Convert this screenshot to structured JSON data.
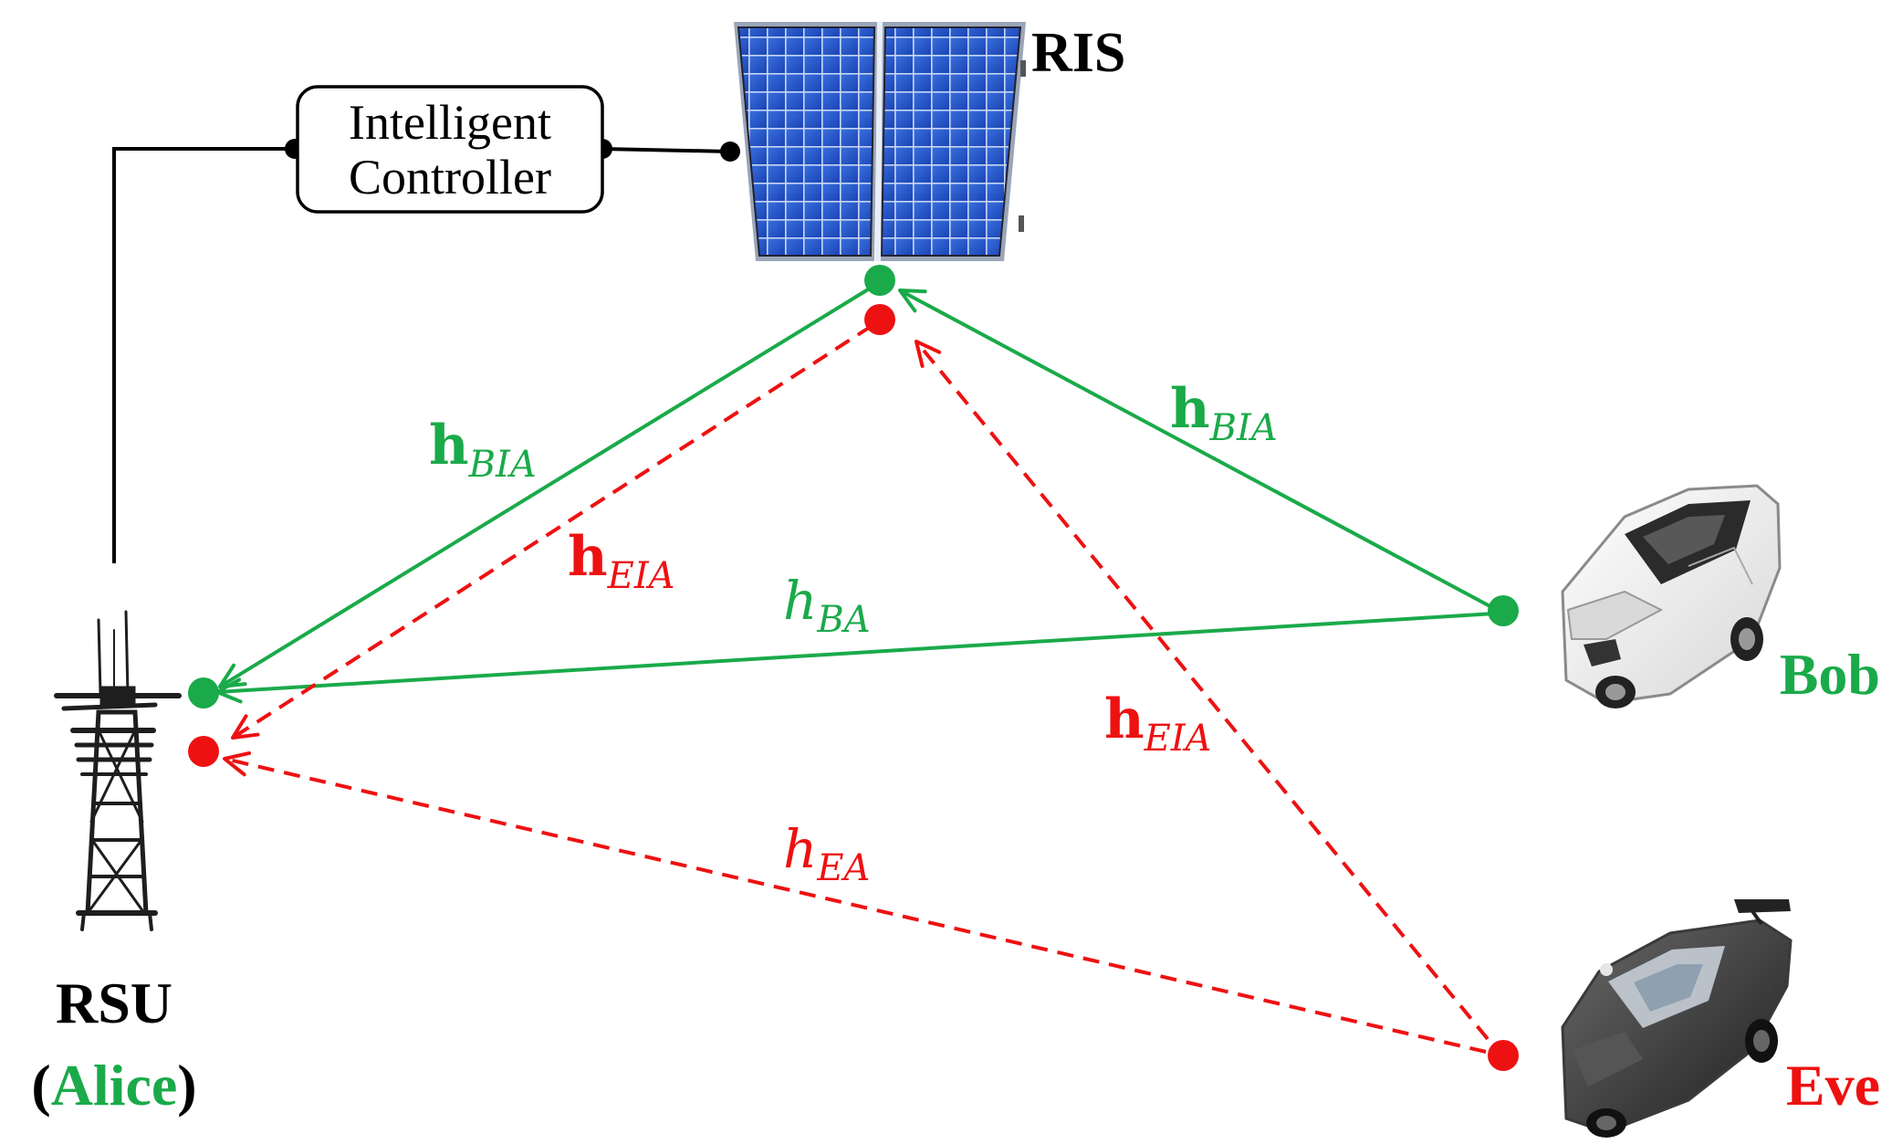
{
  "colors": {
    "green": "#1aaa4a",
    "red": "#ee1111",
    "black": "#000000",
    "panel_blue": "#1d4fc9"
  },
  "nodes": {
    "ris_label": "RIS",
    "controller_line1": "Intelligent",
    "controller_line2": "Controller",
    "rsu_label": "RSU",
    "alice_open": "(",
    "alice_name": "Alice",
    "alice_close": ")",
    "bob_label": "Bob",
    "eve_label": "Eve"
  },
  "icons": {
    "ris": "solar-panel-icon",
    "rsu": "tower-icon",
    "bob": "white-suv-icon",
    "eve": "black-sports-car-icon"
  },
  "channels": {
    "bia_left": {
      "main": "h",
      "sub": "BIA"
    },
    "bia_right": {
      "main": "h",
      "sub": "BIA"
    },
    "eia_left": {
      "main": "h",
      "sub": "EIA"
    },
    "eia_right": {
      "main": "h",
      "sub": "EIA"
    },
    "ba": {
      "main": "h",
      "sub": "BA"
    },
    "ea": {
      "main": "h",
      "sub": "EA"
    }
  }
}
